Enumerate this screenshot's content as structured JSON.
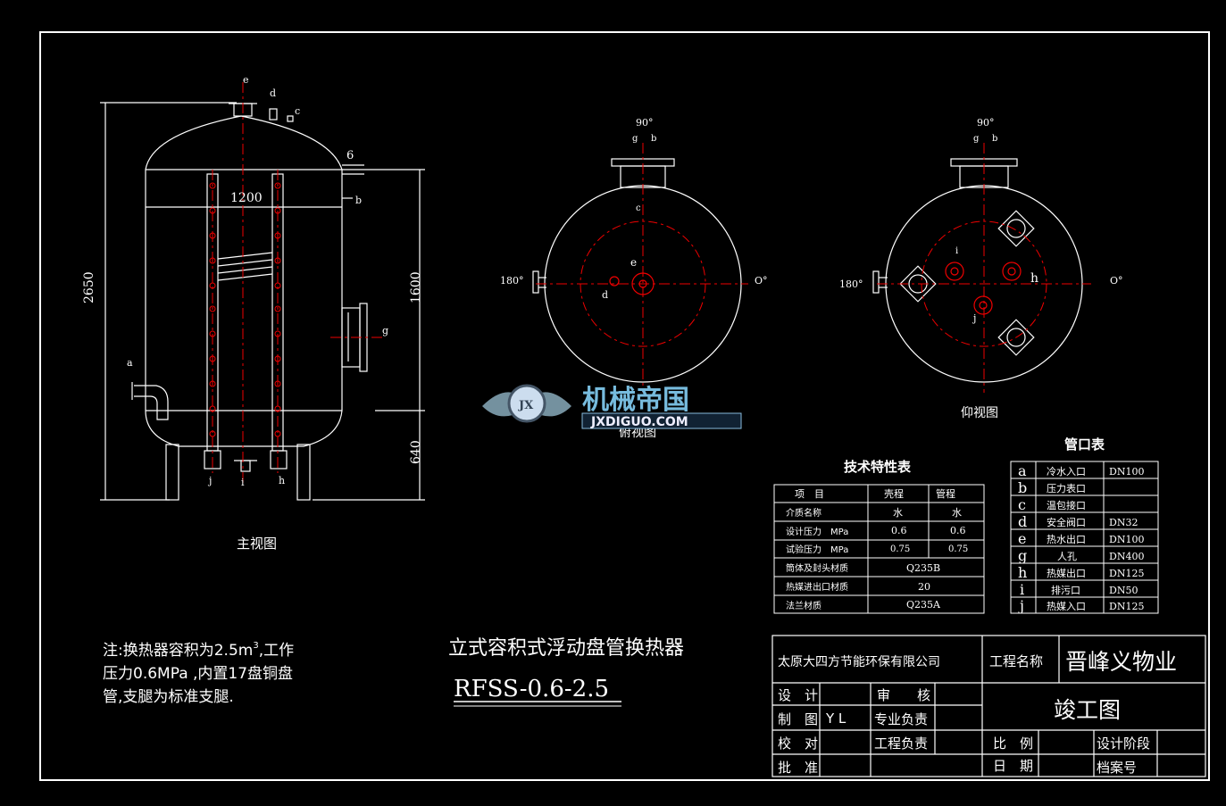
{
  "views": {
    "front_label": "主视图",
    "top_label": "俯视图",
    "bottom_label": "仰视图"
  },
  "front": {
    "dim_total_height": "2650",
    "dim_diameter": "1200",
    "dim_shell": "1600",
    "dim_leg": "640",
    "dim_thickness": "6",
    "nozzles": [
      "a",
      "b",
      "c",
      "d",
      "e",
      "g",
      "h",
      "i",
      "j"
    ]
  },
  "top_view": {
    "angle_90": "90°",
    "angle_0": "O°",
    "angle_180": "180°",
    "letters": [
      "g",
      "b",
      "c",
      "e",
      "d"
    ]
  },
  "bottom_view": {
    "angle_90": "90°",
    "angle_0": "O°",
    "angle_180": "180°",
    "letters": [
      "g",
      "b",
      "i",
      "h",
      "j"
    ]
  },
  "watermark": {
    "title": "机械帝国",
    "url": "JXDIGUO.COM"
  },
  "tech_table": {
    "title": "技术特性表",
    "headers": [
      "项　目",
      "壳程",
      "管程"
    ],
    "rows": [
      [
        "介质名称",
        "水",
        "水"
      ],
      [
        "设计压力　MPa",
        "0.6",
        "0.6"
      ],
      [
        "试验压力　MPa",
        "0.75",
        "0.75"
      ],
      [
        "筒体及封头材质",
        "Q235B",
        ""
      ],
      [
        "热媒进出口材质",
        "20",
        ""
      ],
      [
        "法兰材质",
        "Q235A",
        ""
      ]
    ]
  },
  "nozzle_table": {
    "title": "管口表",
    "rows": [
      [
        "a",
        "冷水入口",
        "DN100"
      ],
      [
        "b",
        "压力表口",
        ""
      ],
      [
        "c",
        "温包接口",
        ""
      ],
      [
        "d",
        "安全阀口",
        "DN32"
      ],
      [
        "e",
        "热水出口",
        "DN100"
      ],
      [
        "g",
        "人孔",
        "DN400"
      ],
      [
        "h",
        "热媒出口",
        "DN125"
      ],
      [
        "i",
        "排污口",
        "DN50"
      ],
      [
        "j",
        "热媒入口",
        "DN125"
      ]
    ]
  },
  "note": {
    "line1": "注:换热器容积为2.5m",
    "sup": "3",
    "line1_end": ",工作",
    "line2": "压力0.6MPa ,内置17盘铜盘",
    "line3": "管,支腿为标准支腿."
  },
  "product": {
    "name": "立式容积式浮动盘管换热器",
    "model": "RFSS-0.6-2.5"
  },
  "title_block": {
    "company": "太原大四方节能环保有限公司",
    "project_label": "工程名称",
    "project_name": "晋峰义物业",
    "drawing_name": "竣工图",
    "design": "设　计",
    "review": "审　　核",
    "draw": "制　图",
    "draw_value": "Y L",
    "specialty": "专业负责",
    "check": "校　对",
    "eng_resp": "工程负责",
    "scale": "比　例",
    "stage": "设计阶段",
    "approve": "批　准",
    "date": "日　期",
    "archive": "档案号"
  }
}
